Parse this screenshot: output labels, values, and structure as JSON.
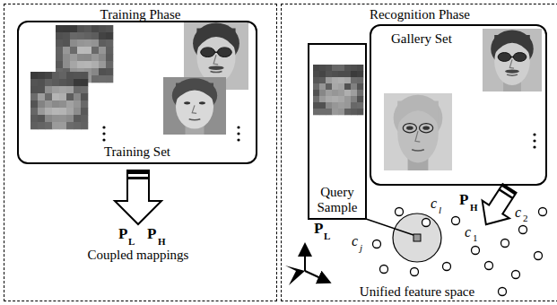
{
  "diagram": {
    "nodes": [
      {
        "text": [
          "Training Phase"
        ]
      },
      {
        "text": [
          "Training Set"
        ],
        "in": 0
      },
      {
        "text": [
          "Recognition Phase"
        ]
      },
      {
        "text": [
          "Query Sample"
        ],
        "in": 2
      },
      {
        "text": [
          "Gallery Set"
        ],
        "in": 2
      }
    ],
    "labels": [
      "P",
      "L",
      "P",
      "H",
      "Coupled mappings",
      "P",
      "L",
      "P",
      "H",
      "c",
      "j",
      "c",
      "l",
      "c",
      "2",
      "c",
      "1",
      "Unified feature space"
    ]
  }
}
